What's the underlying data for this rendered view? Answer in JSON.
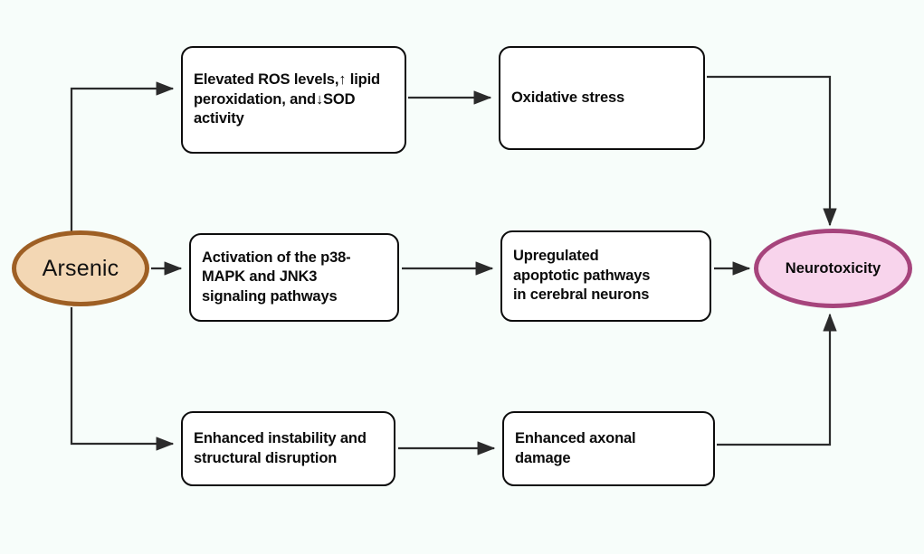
{
  "diagram": {
    "title": "Arsenic-induced neurotoxicity pathway flowchart",
    "background_color": "#f7fdfa",
    "nodes": {
      "arsenic": {
        "label": "Arsenic",
        "shape": "ellipse",
        "fill": "#f3d7b4",
        "stroke": "#9e5f24"
      },
      "neurotoxicity": {
        "label": "Neurotoxicity",
        "shape": "ellipse",
        "fill": "#f8d4ec",
        "stroke": "#a6447c"
      },
      "ros": {
        "label": "Elevated ROS levels,↑ lipid\nperoxidation, and↓SOD\nactivity",
        "shape": "rounded-rect",
        "fill": "#ffffff",
        "stroke": "#0d0d0d"
      },
      "oxidative_stress": {
        "label": "Oxidative stress",
        "shape": "rounded-rect",
        "fill": "#ffffff",
        "stroke": "#0d0d0d"
      },
      "mapk": {
        "label": "Activation of the p38-\nMAPK and JNK3\nsignaling pathways",
        "shape": "rounded-rect",
        "fill": "#ffffff",
        "stroke": "#0d0d0d"
      },
      "apoptotic": {
        "label": "Upregulated\napoptotic pathways\nin cerebral neurons",
        "shape": "rounded-rect",
        "fill": "#ffffff",
        "stroke": "#0d0d0d"
      },
      "instability": {
        "label": "Enhanced instability and\nstructural disruption",
        "shape": "rounded-rect",
        "fill": "#ffffff",
        "stroke": "#0d0d0d"
      },
      "axonal_damage": {
        "label": "Enhanced axonal\ndamage",
        "shape": "rounded-rect",
        "fill": "#ffffff",
        "stroke": "#0d0d0d"
      }
    },
    "edges": [
      {
        "from": "arsenic",
        "to": "ros",
        "style": "elbow-up"
      },
      {
        "from": "arsenic",
        "to": "mapk",
        "style": "straight"
      },
      {
        "from": "arsenic",
        "to": "instability",
        "style": "elbow-down"
      },
      {
        "from": "ros",
        "to": "oxidative_stress",
        "style": "straight"
      },
      {
        "from": "mapk",
        "to": "apoptotic",
        "style": "straight"
      },
      {
        "from": "instability",
        "to": "axonal_damage",
        "style": "straight"
      },
      {
        "from": "oxidative_stress",
        "to": "neurotoxicity",
        "style": "elbow-down"
      },
      {
        "from": "apoptotic",
        "to": "neurotoxicity",
        "style": "straight"
      },
      {
        "from": "axonal_damage",
        "to": "neurotoxicity",
        "style": "elbow-up"
      }
    ],
    "edge_color": "#2b2b2b"
  }
}
